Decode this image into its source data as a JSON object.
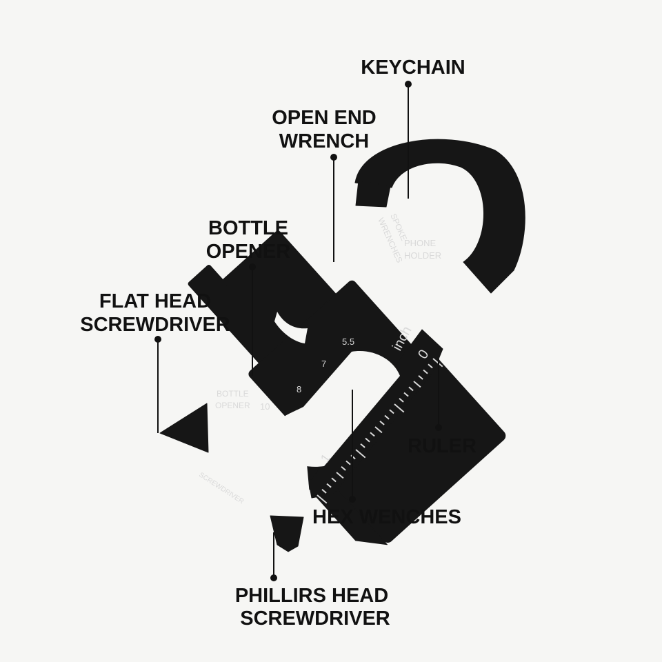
{
  "callouts": {
    "keychain": "KEYCHAIN",
    "open_end_wrench": [
      "OPEN END",
      "WRENCH"
    ],
    "bottle_opener": [
      "BOTTLE",
      "OPENER"
    ],
    "flat_head_screwdriver": [
      "FLAT HEAD",
      "SCREWDRIVER"
    ],
    "ruler": "RULER",
    "hex_wenches": "HEX WENCHES",
    "phillirs_head_screwdriver": [
      "PHILLIRS HEAD",
      "SCREWDRIVER"
    ]
  },
  "engravings": {
    "spoke_wrenches": [
      "SPOKE",
      "WRENCHES"
    ],
    "phone_holder": [
      "PHONE",
      "HOLDER"
    ],
    "inch": "inch",
    "ruler_zero": "0",
    "ruler_one": "1",
    "hex_sizes": [
      "5.5",
      "7",
      "8",
      "10"
    ],
    "bottle_opener": [
      "BOTTLE",
      "OPENER"
    ],
    "screwdriver": "SCREWDRIVER"
  },
  "colors": {
    "background": "#f6f6f4",
    "tool_body": "#161616",
    "engraving": "#d9d9d9",
    "callout_text": "#111111"
  }
}
